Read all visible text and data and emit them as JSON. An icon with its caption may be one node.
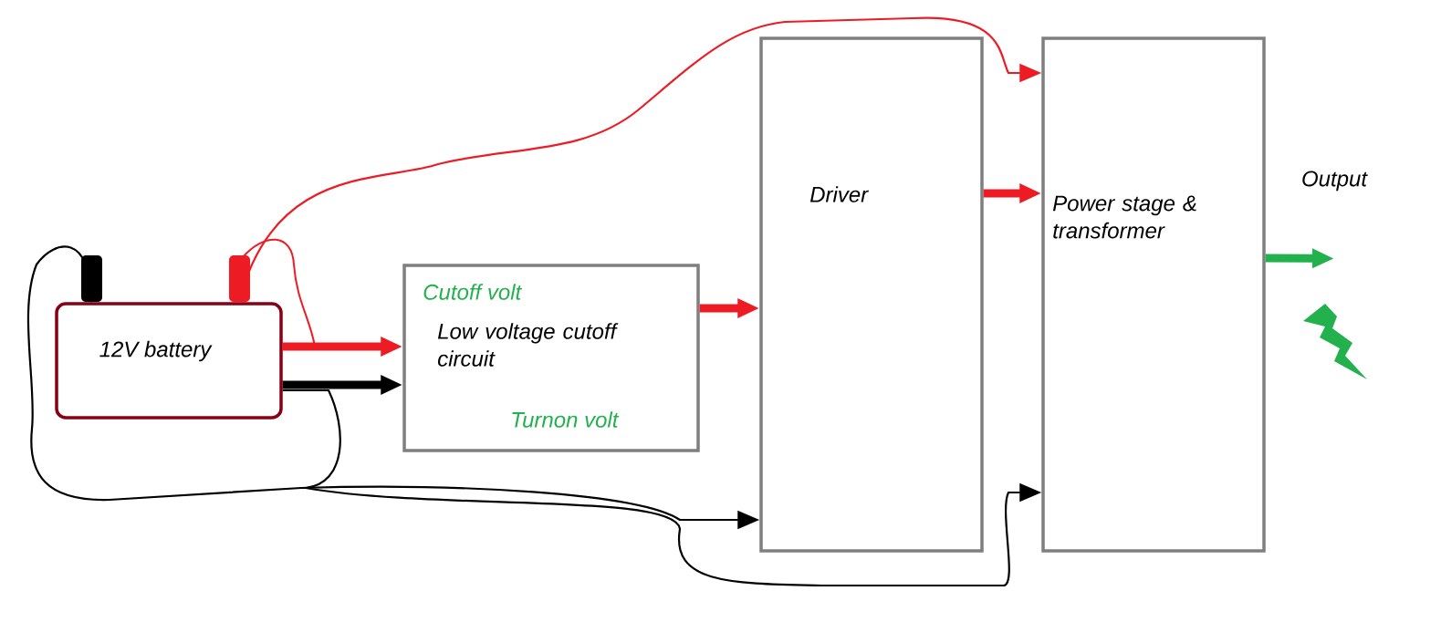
{
  "diagram": {
    "nodes": [
      {
        "text": [
          "12V battery"
        ]
      },
      {
        "text": [
          "Cutoff volt",
          "Low voltage cutoff circuit",
          "Turnon volt"
        ]
      },
      {
        "text": [
          "Driver"
        ]
      },
      {
        "text": [
          "Power stage & transformer"
        ]
      },
      {
        "text": [
          "Output"
        ]
      }
    ],
    "edges": [
      {
        "from": 0,
        "to": 1,
        "arrow": "to"
      },
      {
        "from": 0,
        "to": 1,
        "arrow": "to",
        "color": "#000000"
      },
      {
        "from": 1,
        "to": 2,
        "arrow": "to"
      },
      {
        "from": 0,
        "to": 3,
        "arrow": "to"
      },
      {
        "from": 2,
        "to": 3,
        "arrow": "to"
      },
      {
        "from": 0,
        "to": 2,
        "arrow": "to",
        "color": "#000000"
      },
      {
        "from": 0,
        "to": 3,
        "arrow": "to",
        "color": "#000000"
      },
      {
        "from": 3,
        "to": 4,
        "arrow": "to",
        "color": "#22b14c"
      }
    ]
  }
}
